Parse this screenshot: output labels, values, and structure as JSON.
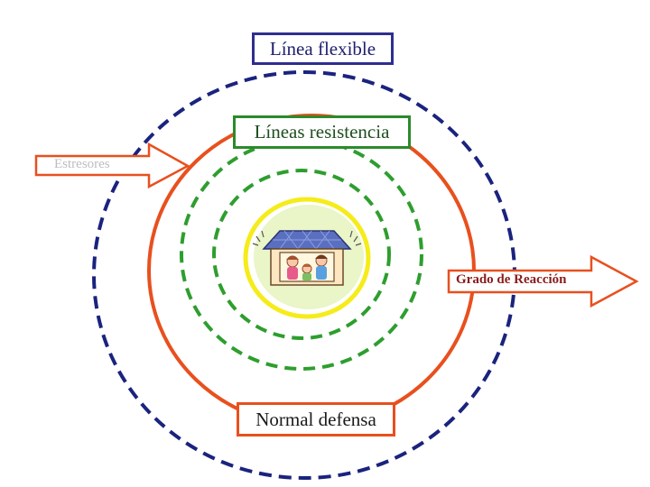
{
  "labels": {
    "flexible_line": "Línea flexible",
    "resistance_lines": "Líneas resistencia",
    "normal_defense": "Normal defensa",
    "stressors": "Estresores",
    "reaction_degree": "Grado de Reacción"
  },
  "icons": {
    "center": "family-house-icon",
    "stressor_arrow": "right-arrow-icon",
    "reaction_arrow": "right-arrow-icon"
  },
  "colors": {
    "flexible_line": "#1a237e",
    "normal_defense": "#e8501e",
    "resistance_lines": "#2e9e2e",
    "core_ring": "#f5ec1a",
    "core_fill": "#eaf5c8",
    "house_roof": "#5a6fc0",
    "house_body": "#fde6c0",
    "stressor_text": "#bdbdbd",
    "reaction_text": "#8a1c1c"
  }
}
